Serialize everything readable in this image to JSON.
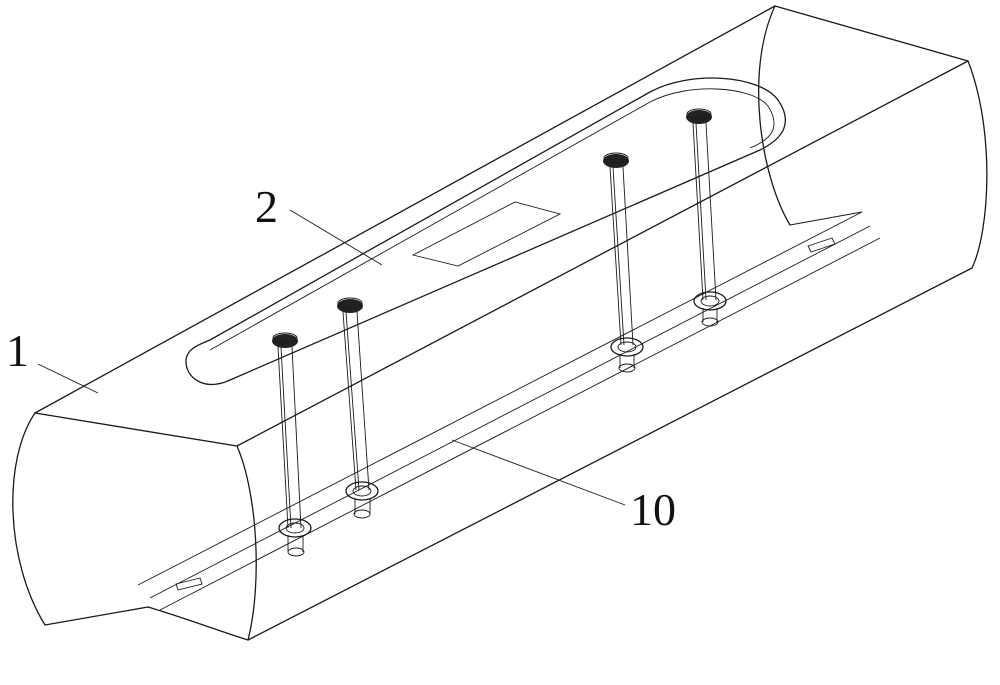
{
  "diagram": {
    "labels": {
      "body": "1",
      "plate": "2",
      "groove": "10"
    }
  }
}
